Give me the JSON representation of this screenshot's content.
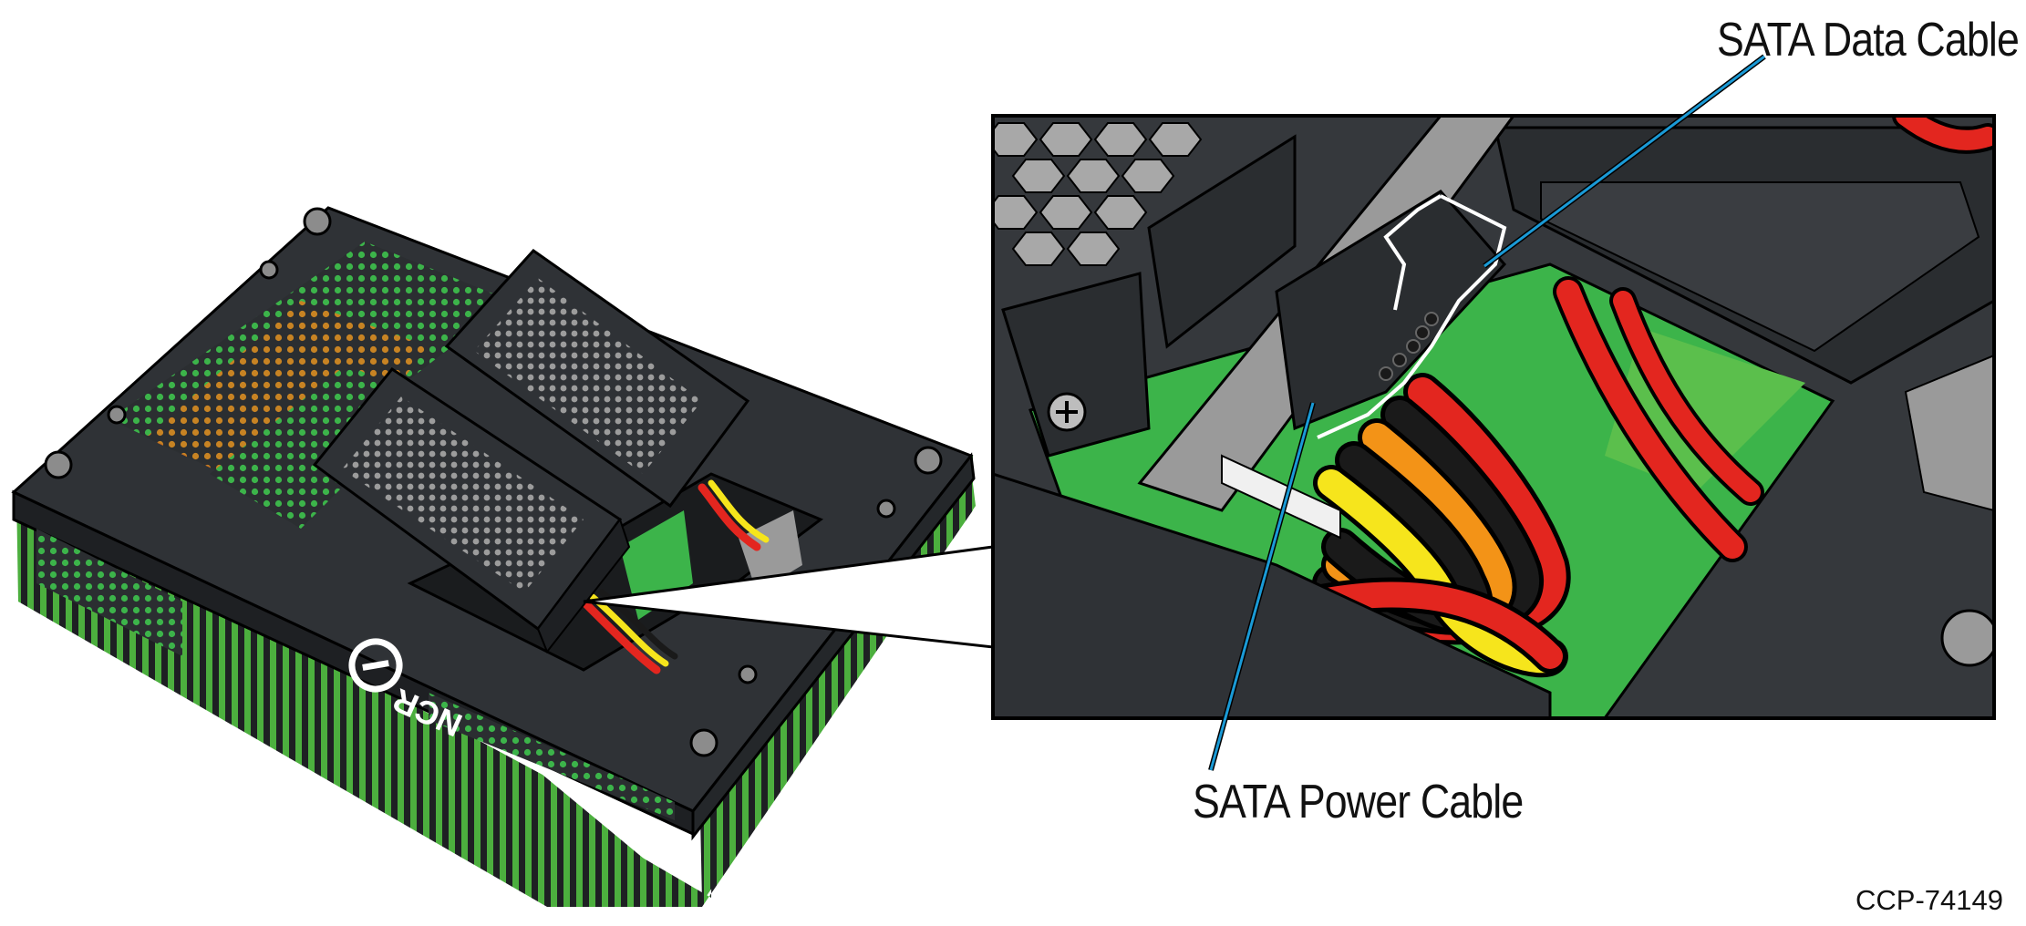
{
  "figure": {
    "callouts": {
      "data_cable": "SATA Data Cable",
      "power_cable": "SATA Power Cable"
    },
    "logo_text": "NCR",
    "figure_id": "CCP-74149"
  },
  "colors": {
    "chassis": "#2f3236",
    "chassis_dark": "#1e2023",
    "pcb_green": "#3cb44a",
    "heatsink_green": "#4caf3e",
    "cable_red": "#e3261f",
    "cable_yellow": "#f6e51c",
    "cable_orange": "#f39317",
    "cable_black": "#1a1a1a",
    "leader_blue": "#1a9ad6",
    "tray_gray": "#9a9a9a"
  }
}
